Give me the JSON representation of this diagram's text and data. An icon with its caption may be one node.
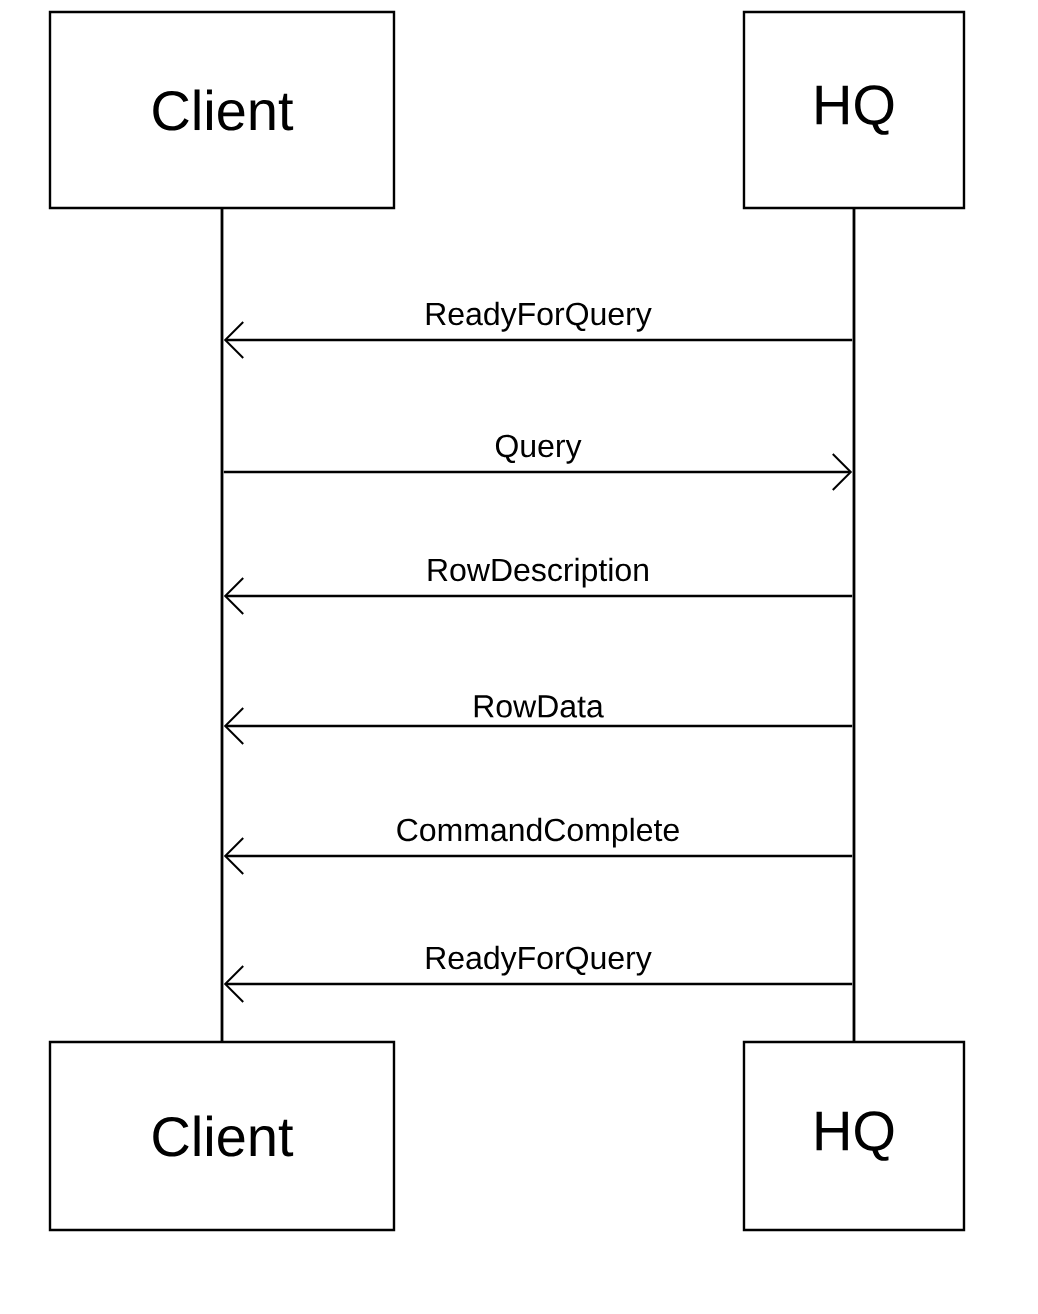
{
  "diagram": {
    "nodes": [
      {
        "text": [
          "Client"
        ]
      },
      {
        "text": [
          "HQ"
        ]
      },
      {
        "text": [],
        "shape": "bar"
      },
      {
        "text": [],
        "shape": "bar"
      },
      {
        "text": [
          "Client"
        ]
      },
      {
        "text": [
          "HQ"
        ]
      }
    ],
    "edges": [
      {
        "from": 3,
        "to": 2,
        "arrow": "to",
        "label": "ReadyForQuery"
      },
      {
        "from": 2,
        "to": 3,
        "arrow": "to",
        "label": "Query"
      },
      {
        "from": 3,
        "to": 2,
        "arrow": "to",
        "label": "RowDescription"
      },
      {
        "from": 3,
        "to": 2,
        "arrow": "to",
        "label": "RowData"
      },
      {
        "from": 3,
        "to": 2,
        "arrow": "to",
        "label": "CommandComplete"
      },
      {
        "from": 3,
        "to": 2,
        "arrow": "to",
        "label": "ReadyForQuery"
      }
    ]
  }
}
